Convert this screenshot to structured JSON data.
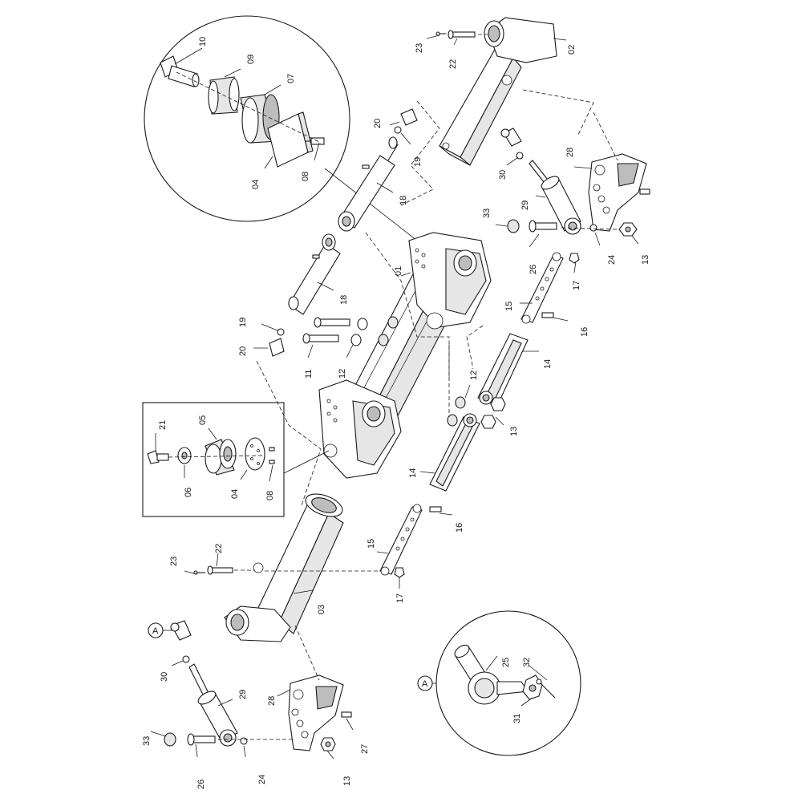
{
  "diagram": {
    "callouts": {
      "c01": "01",
      "c02": "02",
      "c03": "03",
      "c04a": "04",
      "c04b": "04",
      "c05": "05",
      "c06": "06",
      "c07": "07",
      "c08a": "08",
      "c08b": "08",
      "c09": "09",
      "c10": "10",
      "c11": "11",
      "c12a": "12",
      "c12b": "12",
      "c13a": "13",
      "c13b": "13",
      "c13c": "13",
      "c14a": "14",
      "c14b": "14",
      "c15a": "15",
      "c15b": "15",
      "c16a": "16",
      "c16b": "16",
      "c17a": "17",
      "c17b": "17",
      "c18a": "18",
      "c18b": "18",
      "c19a": "19",
      "c19b": "19",
      "c20a": "20",
      "c20b": "20",
      "c21": "21",
      "c22a": "22",
      "c22b": "22",
      "c23a": "23",
      "c23b": "23",
      "c24a": "24",
      "c24b": "24",
      "c25": "25",
      "c26a": "26",
      "c26b": "26",
      "c27": "27",
      "c28a": "28",
      "c28b": "28",
      "c29a": "29",
      "c29b": "29",
      "c30a": "30",
      "c30b": "30",
      "c31": "31",
      "c32": "32",
      "c33a": "33",
      "c33b": "33"
    },
    "detail_markers": {
      "a1": "A",
      "a2": "A"
    }
  }
}
